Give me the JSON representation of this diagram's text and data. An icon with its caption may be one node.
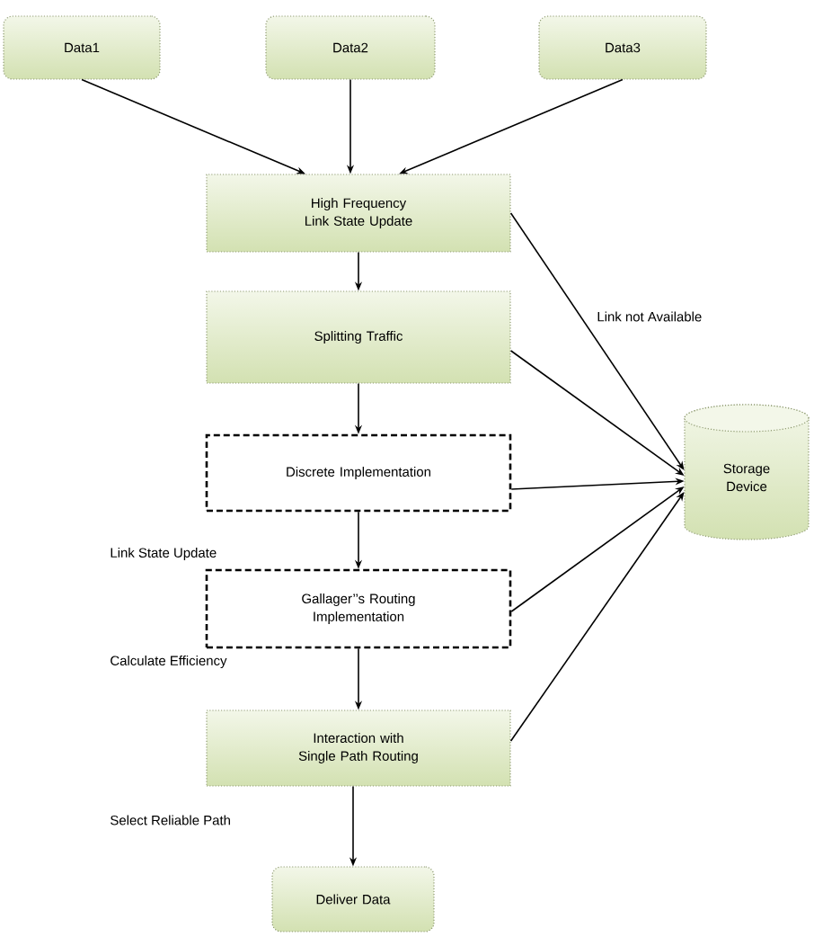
{
  "diagram": {
    "nodes": [
      {
        "text": [
          "Data1"
        ]
      },
      {
        "text": [
          "Data2"
        ]
      },
      {
        "text": [
          "Data3"
        ]
      },
      {
        "text": [
          "High Frequency Link State Update"
        ]
      },
      {
        "text": [
          "Splitting Traffic"
        ]
      },
      {
        "text": [
          "Discrete Implementation"
        ]
      },
      {
        "text": [
          "Gallager’’s Routing Implementation"
        ]
      },
      {
        "text": [
          "Interaction with Single Path Routing"
        ]
      },
      {
        "text": [
          "Deliver Data"
        ]
      },
      {
        "text": [
          "Storage Device"
        ]
      }
    ],
    "edges": [
      {
        "from": 0,
        "to": 3,
        "arrow": "to"
      },
      {
        "from": 1,
        "to": 3,
        "arrow": "to"
      },
      {
        "from": 2,
        "to": 3,
        "arrow": "to"
      },
      {
        "from": 3,
        "to": 4,
        "arrow": "to"
      },
      {
        "from": 4,
        "to": 5,
        "arrow": "to"
      },
      {
        "from": 5,
        "to": 6,
        "arrow": "to"
      },
      {
        "from": 6,
        "to": 7,
        "arrow": "to"
      },
      {
        "from": 7,
        "to": 8,
        "arrow": "to"
      },
      {
        "from": 3,
        "to": 9,
        "arrow": "to",
        "label": "Link not Available"
      },
      {
        "from": 4,
        "to": 9,
        "arrow": "to"
      },
      {
        "from": 5,
        "to": 9,
        "arrow": "to"
      },
      {
        "from": 6,
        "to": 9,
        "arrow": "to"
      },
      {
        "from": 7,
        "to": 9,
        "arrow": "to"
      }
    ],
    "labels": [
      "Link State Update",
      "Calculate Efficiency",
      "Select Reliable Path"
    ]
  }
}
